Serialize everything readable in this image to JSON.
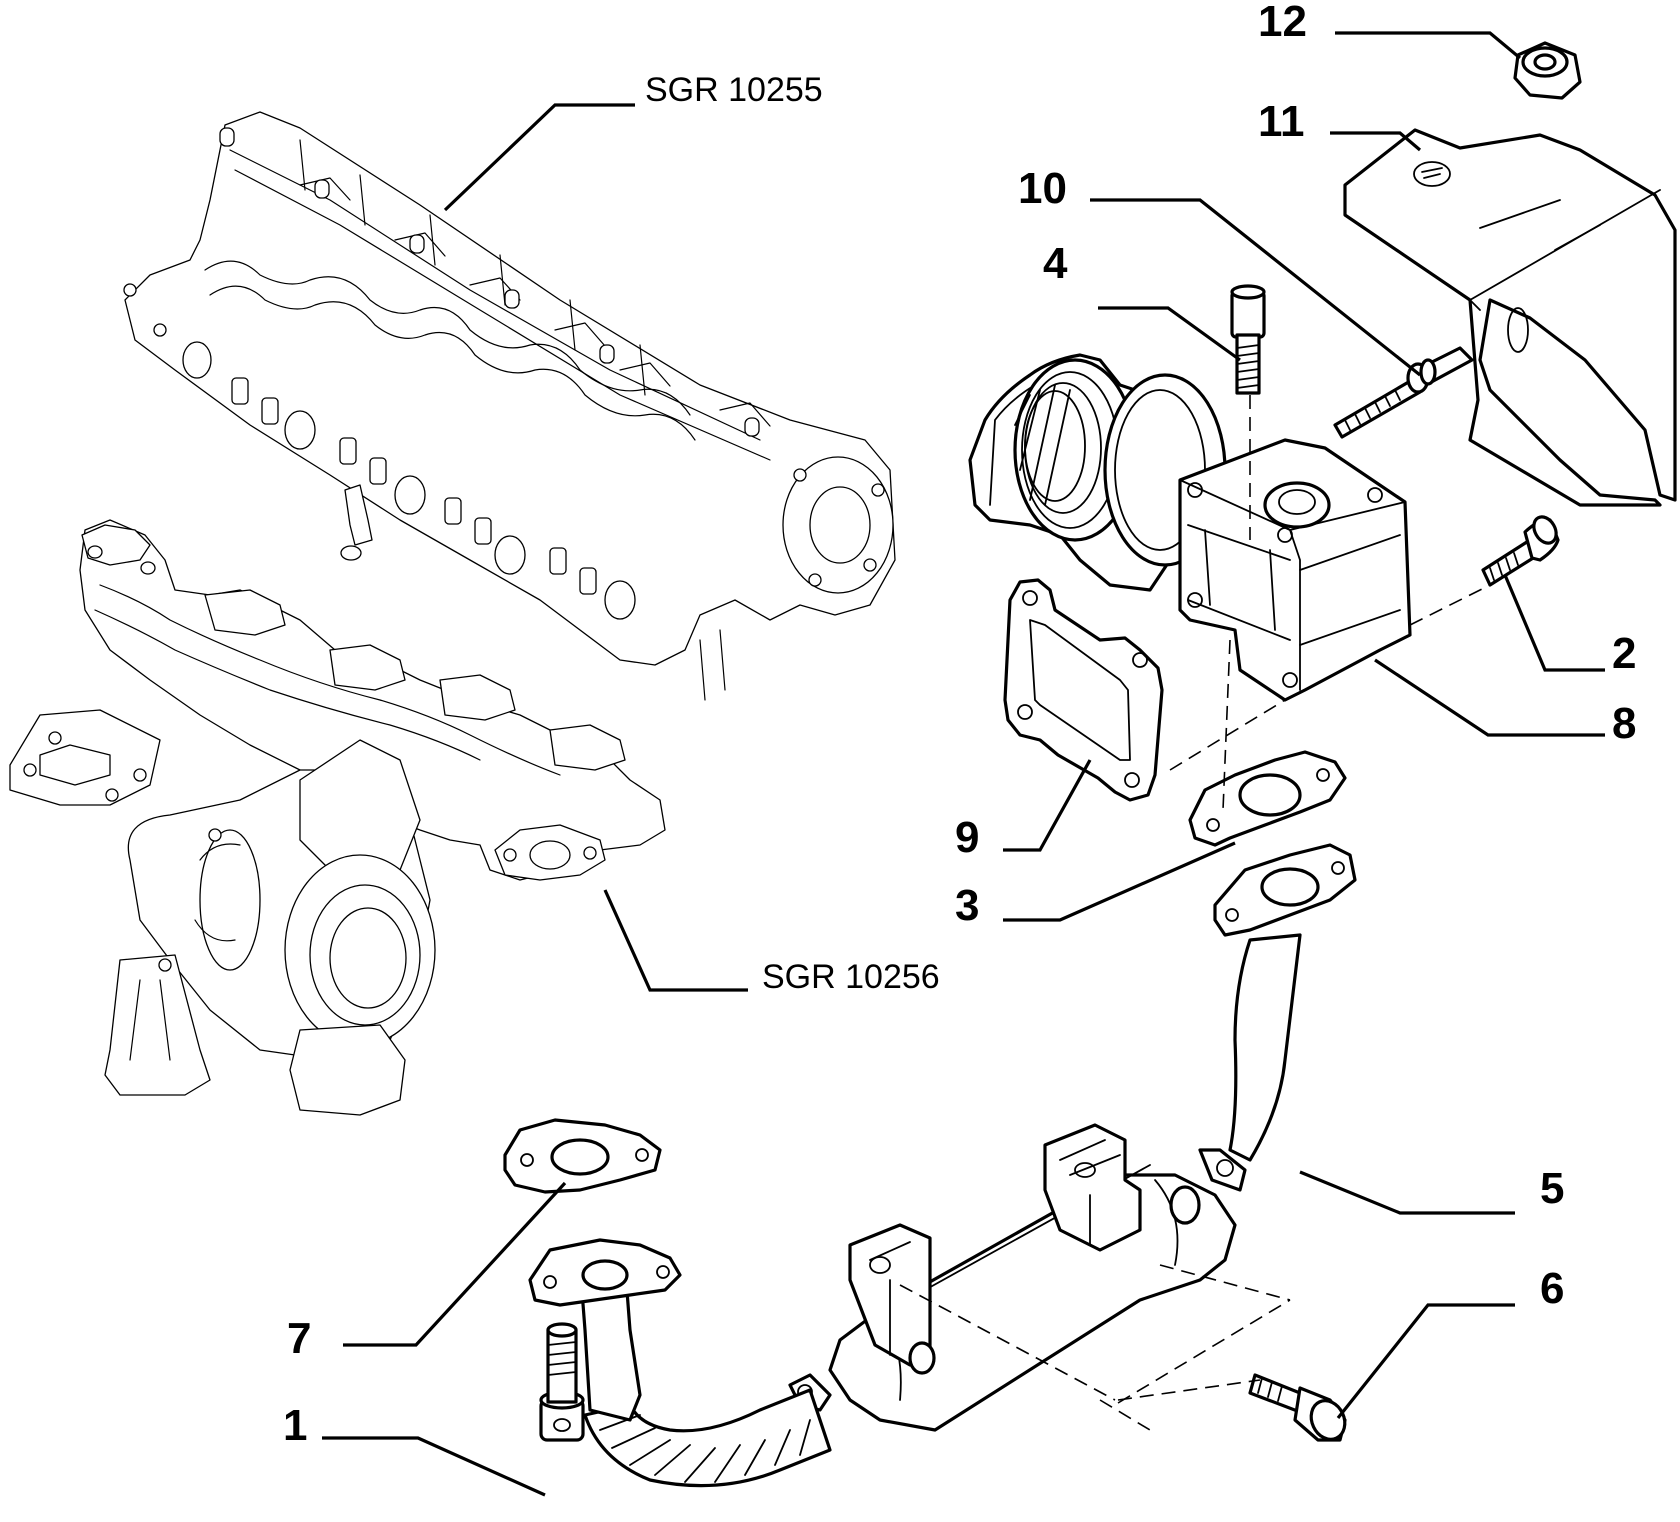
{
  "diagram": {
    "refs": {
      "manifold_ref": "SGR 10255",
      "exhaust_ref": "SGR 10256"
    },
    "callouts": {
      "c1": "1",
      "c2": "2",
      "c3": "3",
      "c4": "4",
      "c5": "5",
      "c6": "6",
      "c7": "7",
      "c8": "8",
      "c9": "9",
      "c10": "10",
      "c11": "11",
      "c12": "12"
    }
  }
}
